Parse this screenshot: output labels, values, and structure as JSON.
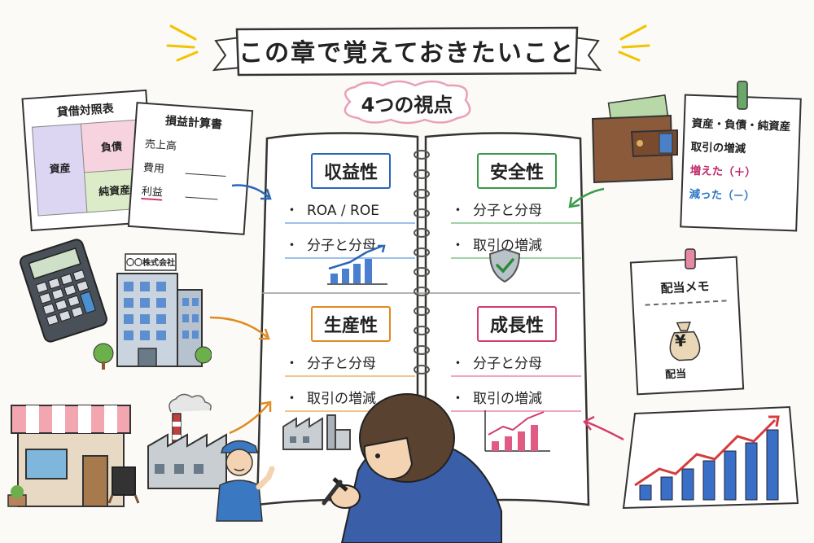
{
  "banner": {
    "title": "この章で覚えておきたいこと"
  },
  "badge": {
    "label": "4つの視点"
  },
  "quadrants": [
    {
      "title": "収益性",
      "color": "#2a66b8",
      "items": [
        "ROA / ROE",
        "分子と分母"
      ]
    },
    {
      "title": "安全性",
      "color": "#3a9a4a",
      "items": [
        "分子と分母",
        "取引の増減"
      ]
    },
    {
      "title": "生産性",
      "color": "#e08a22",
      "items": [
        "分子と分母",
        "取引の増減"
      ]
    },
    {
      "title": "成長性",
      "color": "#d43c6e",
      "items": [
        "分子と分母",
        "取引の増減"
      ]
    }
  ],
  "balance_sheet": {
    "title": "貸借対照表",
    "assets": "資産",
    "liabilities": "負債",
    "net_assets": "純資産"
  },
  "income_statement": {
    "title": "損益計算書",
    "rows": [
      "売上高",
      "費用",
      "利益"
    ]
  },
  "building": {
    "sign": "〇〇株式会社"
  },
  "note_transactions": {
    "line1": "資産・負債・純資産",
    "line2": "取引の増減",
    "line3": "増えた（＋）",
    "line4": "減った（－）"
  },
  "note_dividend": {
    "title": "配当メモ",
    "yen": "¥",
    "label": "配当"
  },
  "colors": {
    "blue": "#2a66b8",
    "green": "#3a9a4a",
    "orange": "#e08a22",
    "pink": "#d43c6e"
  }
}
